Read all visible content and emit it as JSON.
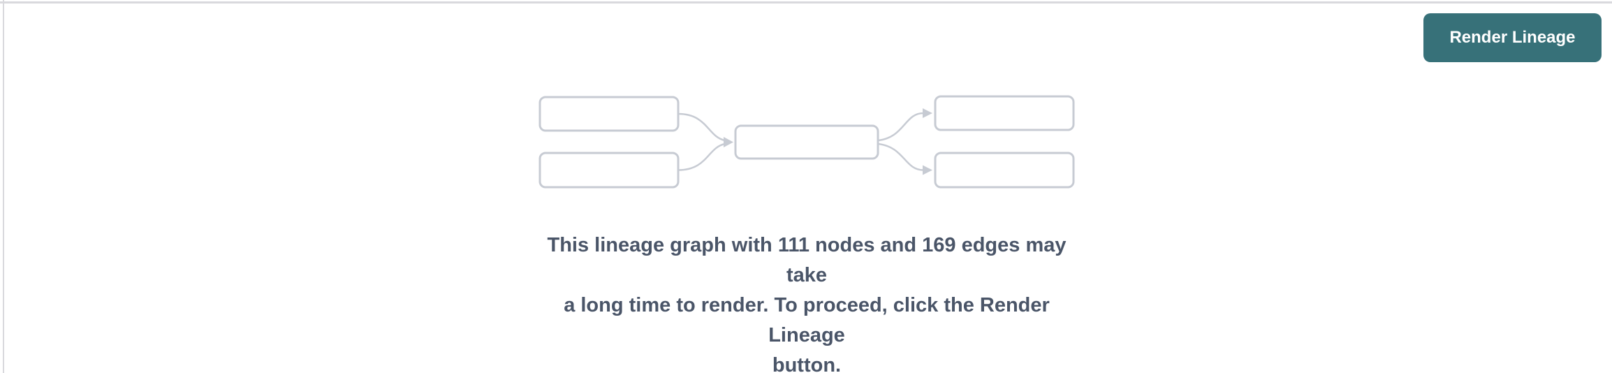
{
  "colors": {
    "accent_teal": "#377179",
    "border_gray": "#d9d9dd",
    "diagram_gray": "#c7cbd3",
    "text_slate": "#4a5568",
    "button_text": "#ffffff",
    "background": "#ffffff"
  },
  "header": {
    "render_button_label": "Render Lineage"
  },
  "placeholder": {
    "node_count": "111",
    "edge_count": "169",
    "message_lines": [
      "This lineage graph with 111 nodes and 169 edges may take",
      "a long time to render. To proceed, click the Render Lineage",
      "button."
    ]
  }
}
